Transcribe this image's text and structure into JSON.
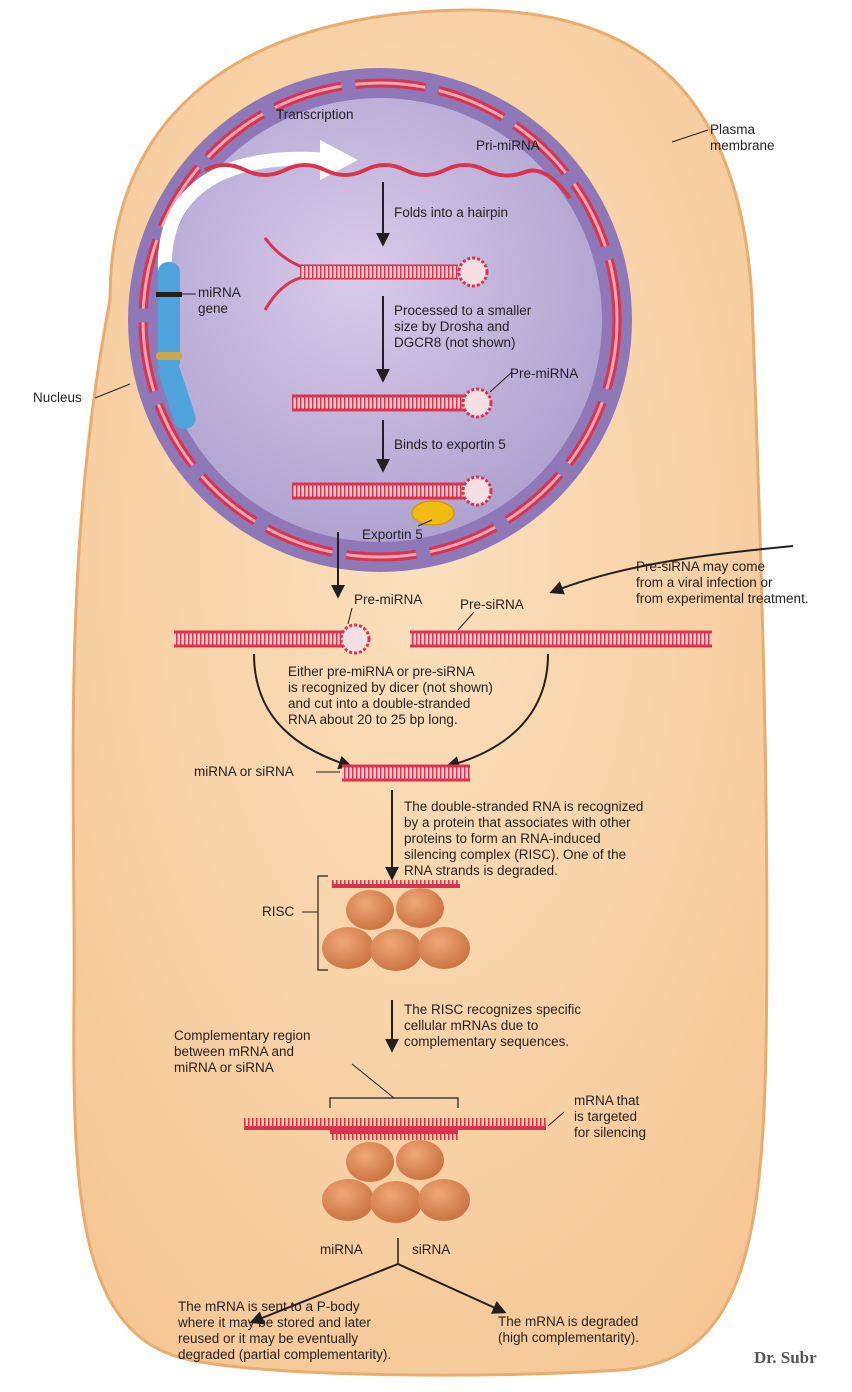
{
  "colors": {
    "cell_fill": "#f9d3a6",
    "cell_stroke": "#e8ad6e",
    "nucleus_fill": "#b7a7d4",
    "envelope": "#8f78b8",
    "rna": "#d8344e",
    "ribosome": "#d9834f",
    "exportin": "#f2bd13",
    "gene": "#4fa3dc"
  },
  "labels": {
    "transcription": "Transcription",
    "pri_mirna": "Pri-miRNA",
    "plasma_membrane": "Plasma\nmembrane",
    "folds_hairpin": "Folds into a hairpin",
    "mirna_gene": "miRNA\ngene",
    "processed": "Processed to a smaller\nsize by Drosha and\nDGCR8 (not shown)",
    "nucleus": "Nucleus",
    "pre_mirna_nucleus": "Pre-miRNA",
    "binds_exportin": "Binds to exportin 5",
    "exportin5": "Exportin 5",
    "pre_sirna_source": "Pre-siRNA may come\nfrom a viral infection or\nfrom experimental treatment.",
    "pre_mirna": "Pre-miRNA",
    "pre_sirna": "Pre-siRNA",
    "dicer_step": "Either pre-miRNA or pre-siRNA\nis recognized by dicer (not shown)\nand cut into a double-stranded\nRNA about 20 to 25 bp long.",
    "mirna_or_sirna": "miRNA or siRNA",
    "risc_step": "The double-stranded RNA is recognized\nby a protein that associates with other\nproteins to form an RNA-induced\nsilencing complex (RISC). One of the\nRNA strands is degraded.",
    "risc": "RISC",
    "recognizes_step": "The RISC recognizes specific\ncellular mRNAs due to\ncomplementary sequences.",
    "complementary_region": "Complementary region\nbetween mRNA and\nmiRNA or siRNA",
    "mrna_targeted": "mRNA that\nis targeted\nfor silencing",
    "mirna_branch": "miRNA",
    "sirna_branch": "siRNA",
    "pbody_outcome": "The mRNA is sent to a P-body\nwhere it may be stored and later\nreused or it may be eventually\ndegraded (partial complementarity).",
    "degraded_outcome": "The mRNA is degraded\n(high complementarity)."
  },
  "footer": "Dr. Subr"
}
